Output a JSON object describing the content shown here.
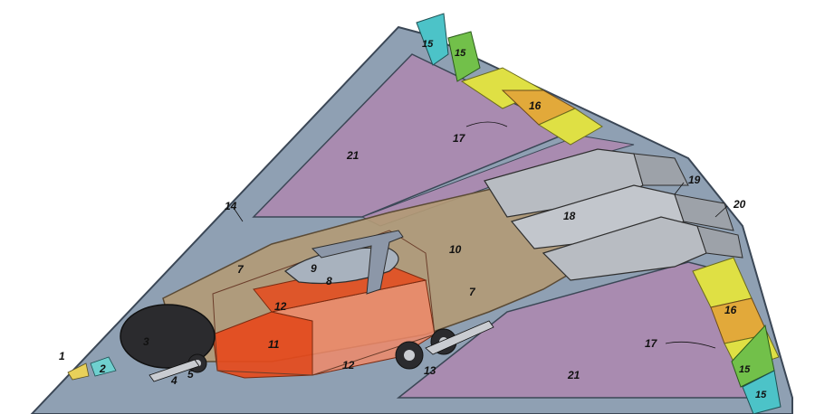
{
  "labels": {
    "l1": "1",
    "l2": "2",
    "l3": "3",
    "l4": "4",
    "l5": "5",
    "l7a": "7",
    "l7b": "7",
    "l8": "8",
    "l9": "9",
    "l10": "10",
    "l11": "11",
    "l12a": "12",
    "l12b": "12",
    "l13": "13",
    "l14": "14",
    "l15a": "15",
    "l15b": "15",
    "l15c": "15",
    "l15d": "15",
    "l16a": "16",
    "l16b": "16",
    "l17a": "17",
    "l17b": "17",
    "l18": "18",
    "l19": "19",
    "l20": "20",
    "l21a": "21",
    "l21b": "21"
  },
  "colors": {
    "wing": "#a98bb0",
    "hull": "#8fa0b3",
    "edge": "#6c7f96",
    "duct": "#b39a76",
    "engine": "#b8bcc2",
    "fuel_dark": "#e64a1c",
    "fuel_light": "#f08a6a",
    "elevon_green": "#72c04a",
    "elevon_teal": "#4cc3c8",
    "flap_yellow": "#dfe044",
    "flap_orange": "#e2a93a"
  }
}
